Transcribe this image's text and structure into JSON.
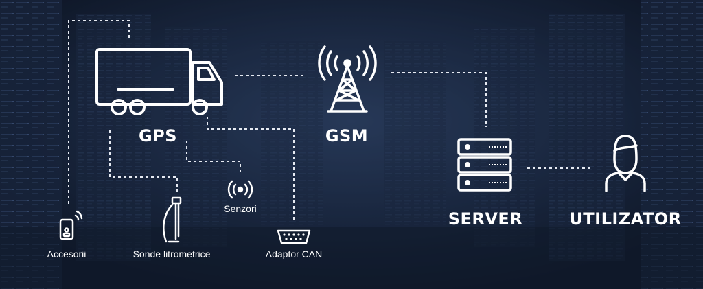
{
  "colors": {
    "background": "#1a2740",
    "foreground": "#ffffff",
    "dashed_line": "#e6eaf2"
  },
  "nodes": {
    "gps": {
      "label": "GPS",
      "icon": "truck-icon"
    },
    "gsm": {
      "label": "GSM",
      "icon": "cell-tower-icon"
    },
    "server": {
      "label": "SERVER",
      "icon": "server-rack-icon"
    },
    "utilizator": {
      "label": "UTILIZATOR",
      "icon": "user-icon"
    },
    "accesorii": {
      "label": "Accesorii",
      "icon": "accessory-device-icon"
    },
    "sonde": {
      "label": "Sonde litrometrice",
      "icon": "fuel-probe-icon"
    },
    "senzori": {
      "label": "Senzori",
      "icon": "sensor-signal-icon"
    },
    "adaptor": {
      "label": "Adaptor CAN",
      "icon": "can-connector-icon"
    }
  }
}
